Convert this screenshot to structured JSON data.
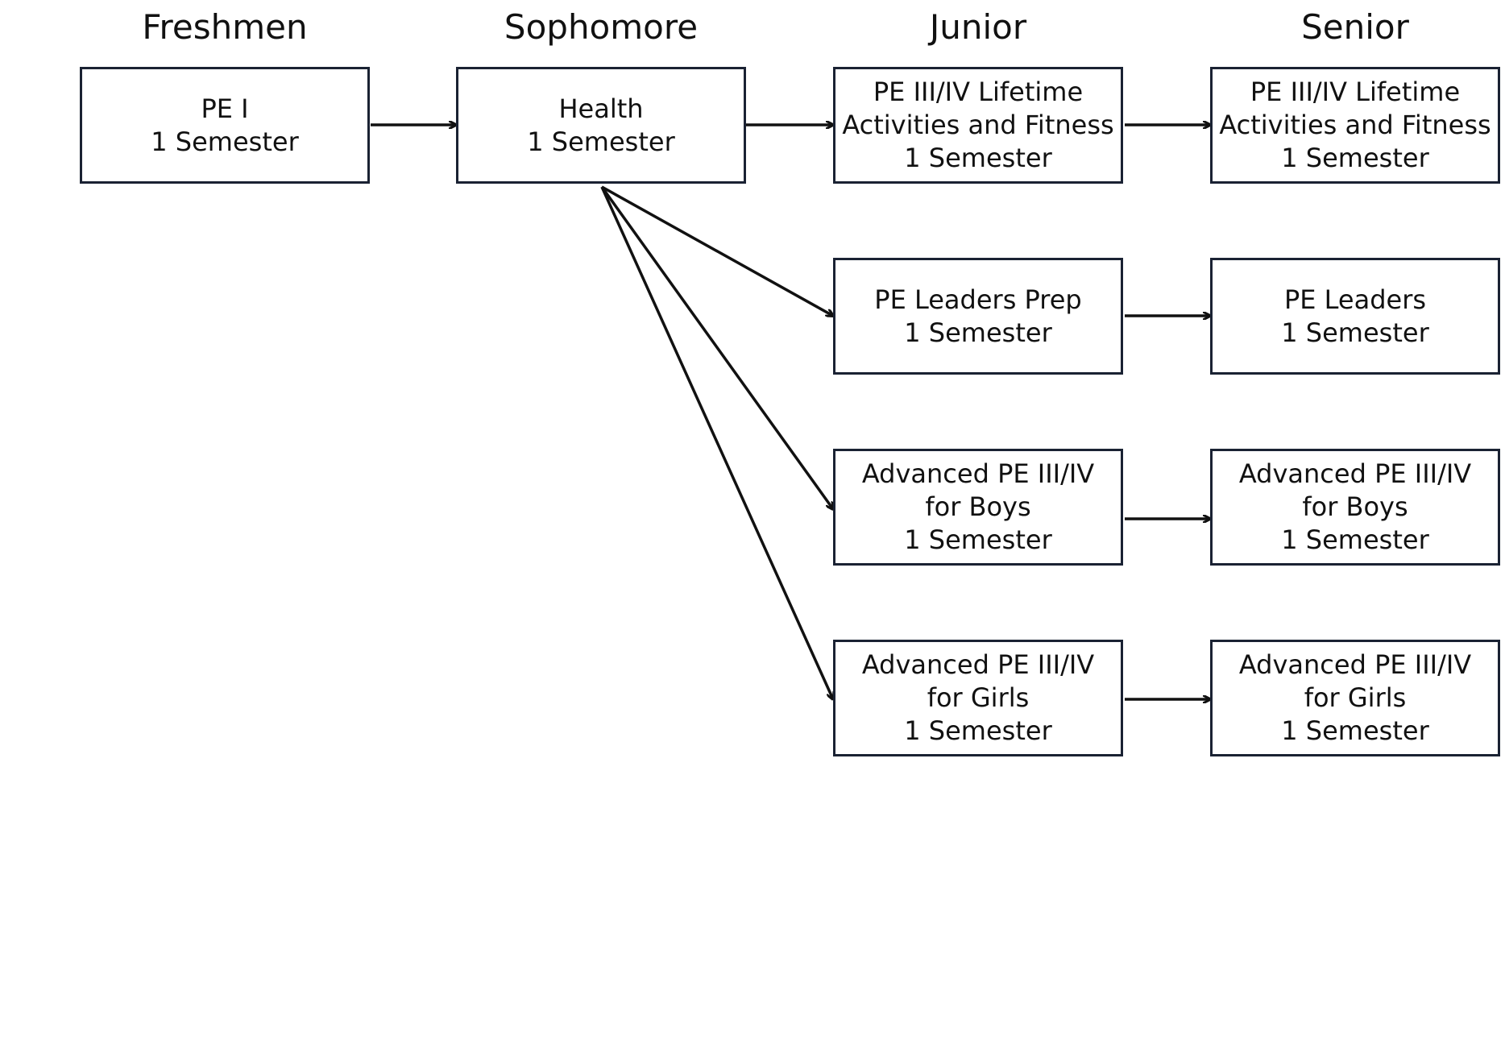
{
  "columns": [
    {
      "header": "Freshmen"
    },
    {
      "header": "Sophomore"
    },
    {
      "header": "Junior"
    },
    {
      "header": "Senior"
    }
  ],
  "nodes": {
    "pe1": {
      "lines": [
        "PE I",
        "1 Semester"
      ]
    },
    "health": {
      "lines": [
        "Health",
        "1 Semester"
      ]
    },
    "junior_lifetime": {
      "lines": [
        "PE III/IV Lifetime",
        "Activities and Fitness",
        "1 Semester"
      ]
    },
    "senior_lifetime": {
      "lines": [
        "PE III/IV Lifetime",
        "Activities and Fitness",
        "1 Semester"
      ]
    },
    "leaders_prep": {
      "lines": [
        "PE Leaders Prep",
        "1 Semester"
      ]
    },
    "leaders": {
      "lines": [
        "PE Leaders",
        "1 Semester"
      ]
    },
    "junior_adv_boys": {
      "lines": [
        "Advanced PE III/IV",
        "for Boys",
        "1 Semester"
      ]
    },
    "senior_adv_boys": {
      "lines": [
        "Advanced PE III/IV",
        "for Boys",
        "1 Semester"
      ]
    },
    "junior_adv_girls": {
      "lines": [
        "Advanced PE III/IV",
        "for Girls",
        "1 Semester"
      ]
    },
    "senior_adv_girls": {
      "lines": [
        "Advanced PE III/IV",
        "for Girls",
        "1 Semester"
      ]
    }
  },
  "edges": [
    {
      "from": "pe1",
      "to": "health"
    },
    {
      "from": "health",
      "to": "junior_lifetime"
    },
    {
      "from": "health",
      "to": "leaders_prep"
    },
    {
      "from": "health",
      "to": "junior_adv_boys"
    },
    {
      "from": "health",
      "to": "junior_adv_girls"
    },
    {
      "from": "junior_lifetime",
      "to": "senior_lifetime"
    },
    {
      "from": "leaders_prep",
      "to": "leaders"
    },
    {
      "from": "junior_adv_boys",
      "to": "senior_adv_boys"
    },
    {
      "from": "junior_adv_girls",
      "to": "senior_adv_girls"
    }
  ],
  "colors": {
    "box_border": "#1a2233",
    "arrow": "#111111"
  }
}
